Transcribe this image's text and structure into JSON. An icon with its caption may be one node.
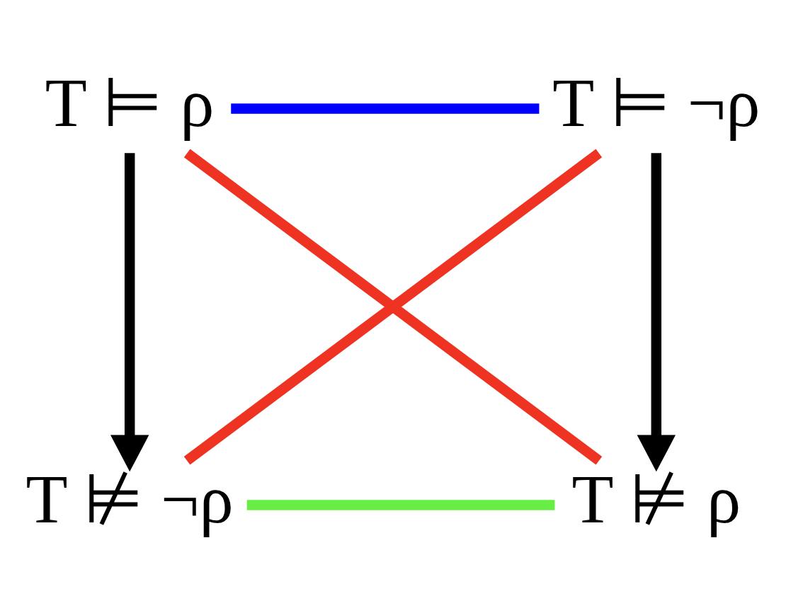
{
  "diagram": {
    "nodes": [
      {
        "text": [
          "T ⊨ ρ"
        ]
      },
      {
        "text": [
          "T ⊨ ¬ρ"
        ]
      },
      {
        "text": [
          "T ⊭ ¬ρ"
        ]
      },
      {
        "text": [
          "T ⊭ ρ"
        ]
      }
    ],
    "edges": [
      {
        "from": 0,
        "to": 1,
        "arrow": "none",
        "color": "#0000ff"
      },
      {
        "from": 0,
        "to": 2,
        "arrow": "to"
      },
      {
        "from": 1,
        "to": 3,
        "arrow": "to"
      },
      {
        "from": 0,
        "to": 3,
        "arrow": "none",
        "color": "#ee3322"
      },
      {
        "from": 1,
        "to": 2,
        "arrow": "none",
        "color": "#ee3322"
      },
      {
        "from": 2,
        "to": 3,
        "arrow": "none",
        "color": "#66ee44"
      }
    ]
  }
}
